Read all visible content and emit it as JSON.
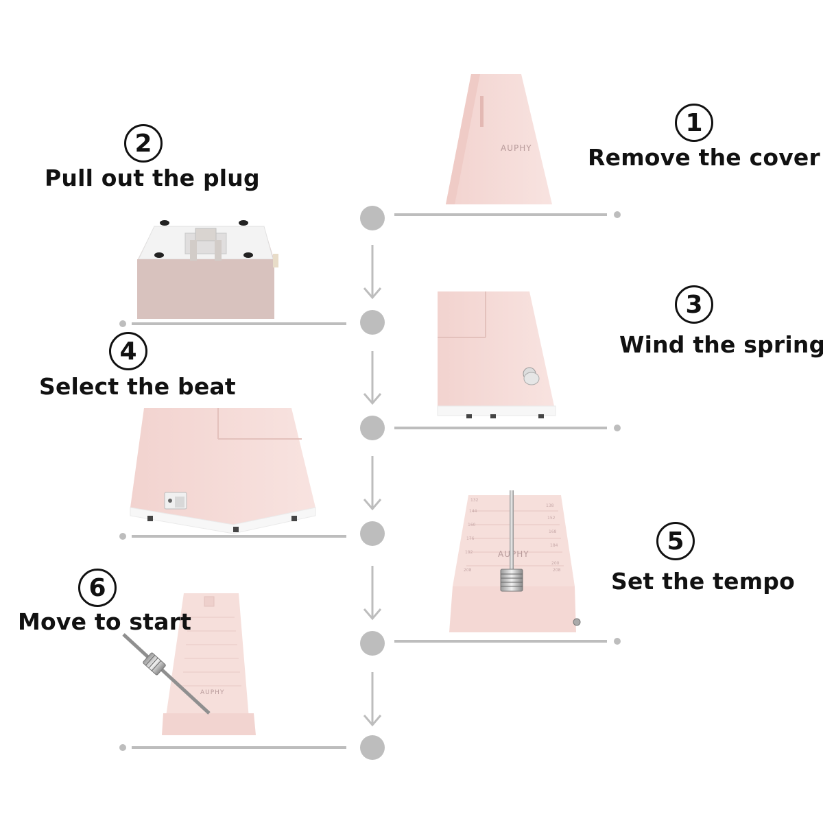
{
  "brand": "AUPHY",
  "colors": {
    "timeline": "#bdbdbd",
    "product_pink": "#f5dcd8",
    "label": "#111111"
  },
  "steps": [
    {
      "number": "1",
      "label": "Remove the cover"
    },
    {
      "number": "2",
      "label": "Pull out the plug"
    },
    {
      "number": "3",
      "label": "Wind the spring"
    },
    {
      "number": "4",
      "label": "Select the beat"
    },
    {
      "number": "5",
      "label": "Set the tempo"
    },
    {
      "number": "6",
      "label": "Move to start"
    }
  ],
  "scale_ticks": {
    "left": [
      "132",
      "144",
      "160",
      "176",
      "192",
      "208"
    ],
    "right": [
      "138",
      "152",
      "168",
      "184",
      "200",
      "208"
    ]
  }
}
